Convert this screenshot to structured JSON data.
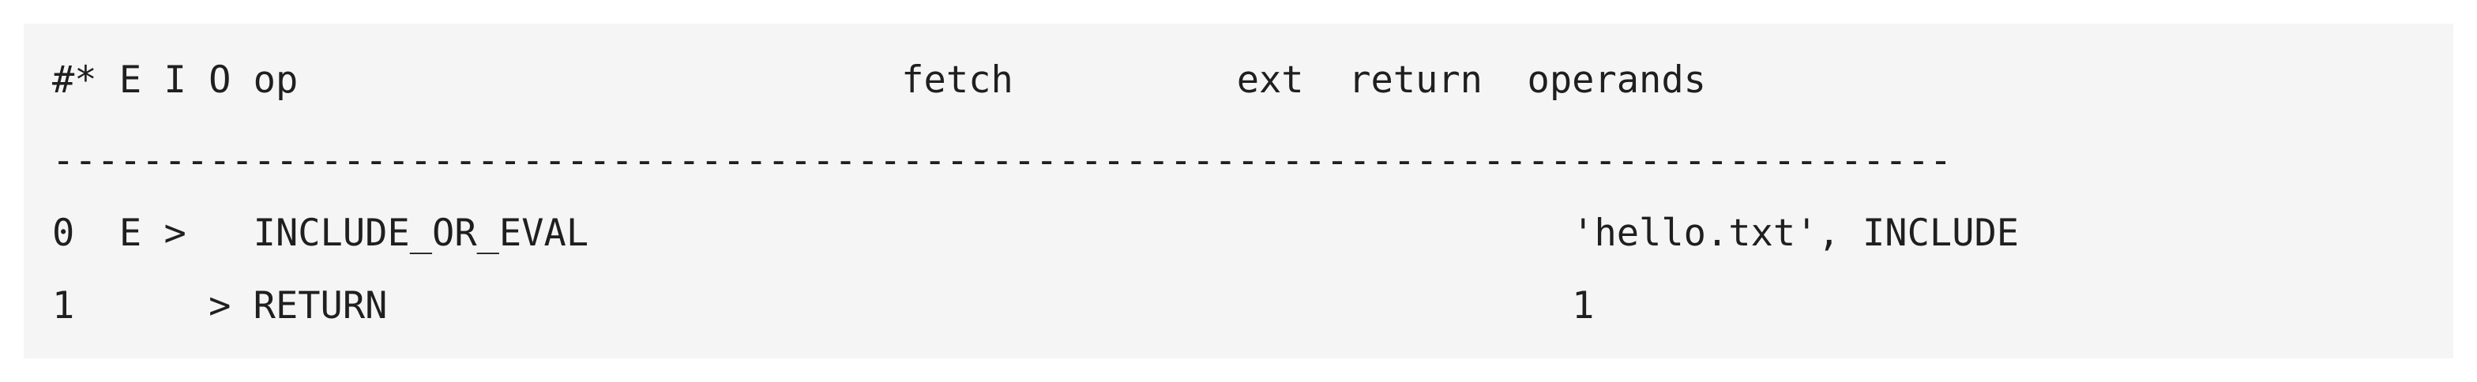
{
  "opcode_dump": {
    "header": "#* E I O op                           fetch          ext  return  operands",
    "separator": "-------------------------------------------------------------------------------------",
    "rows": [
      "0  E >   INCLUDE_OR_EVAL                                            'hello.txt', INCLUDE",
      "1      > RETURN                                                     1"
    ]
  }
}
